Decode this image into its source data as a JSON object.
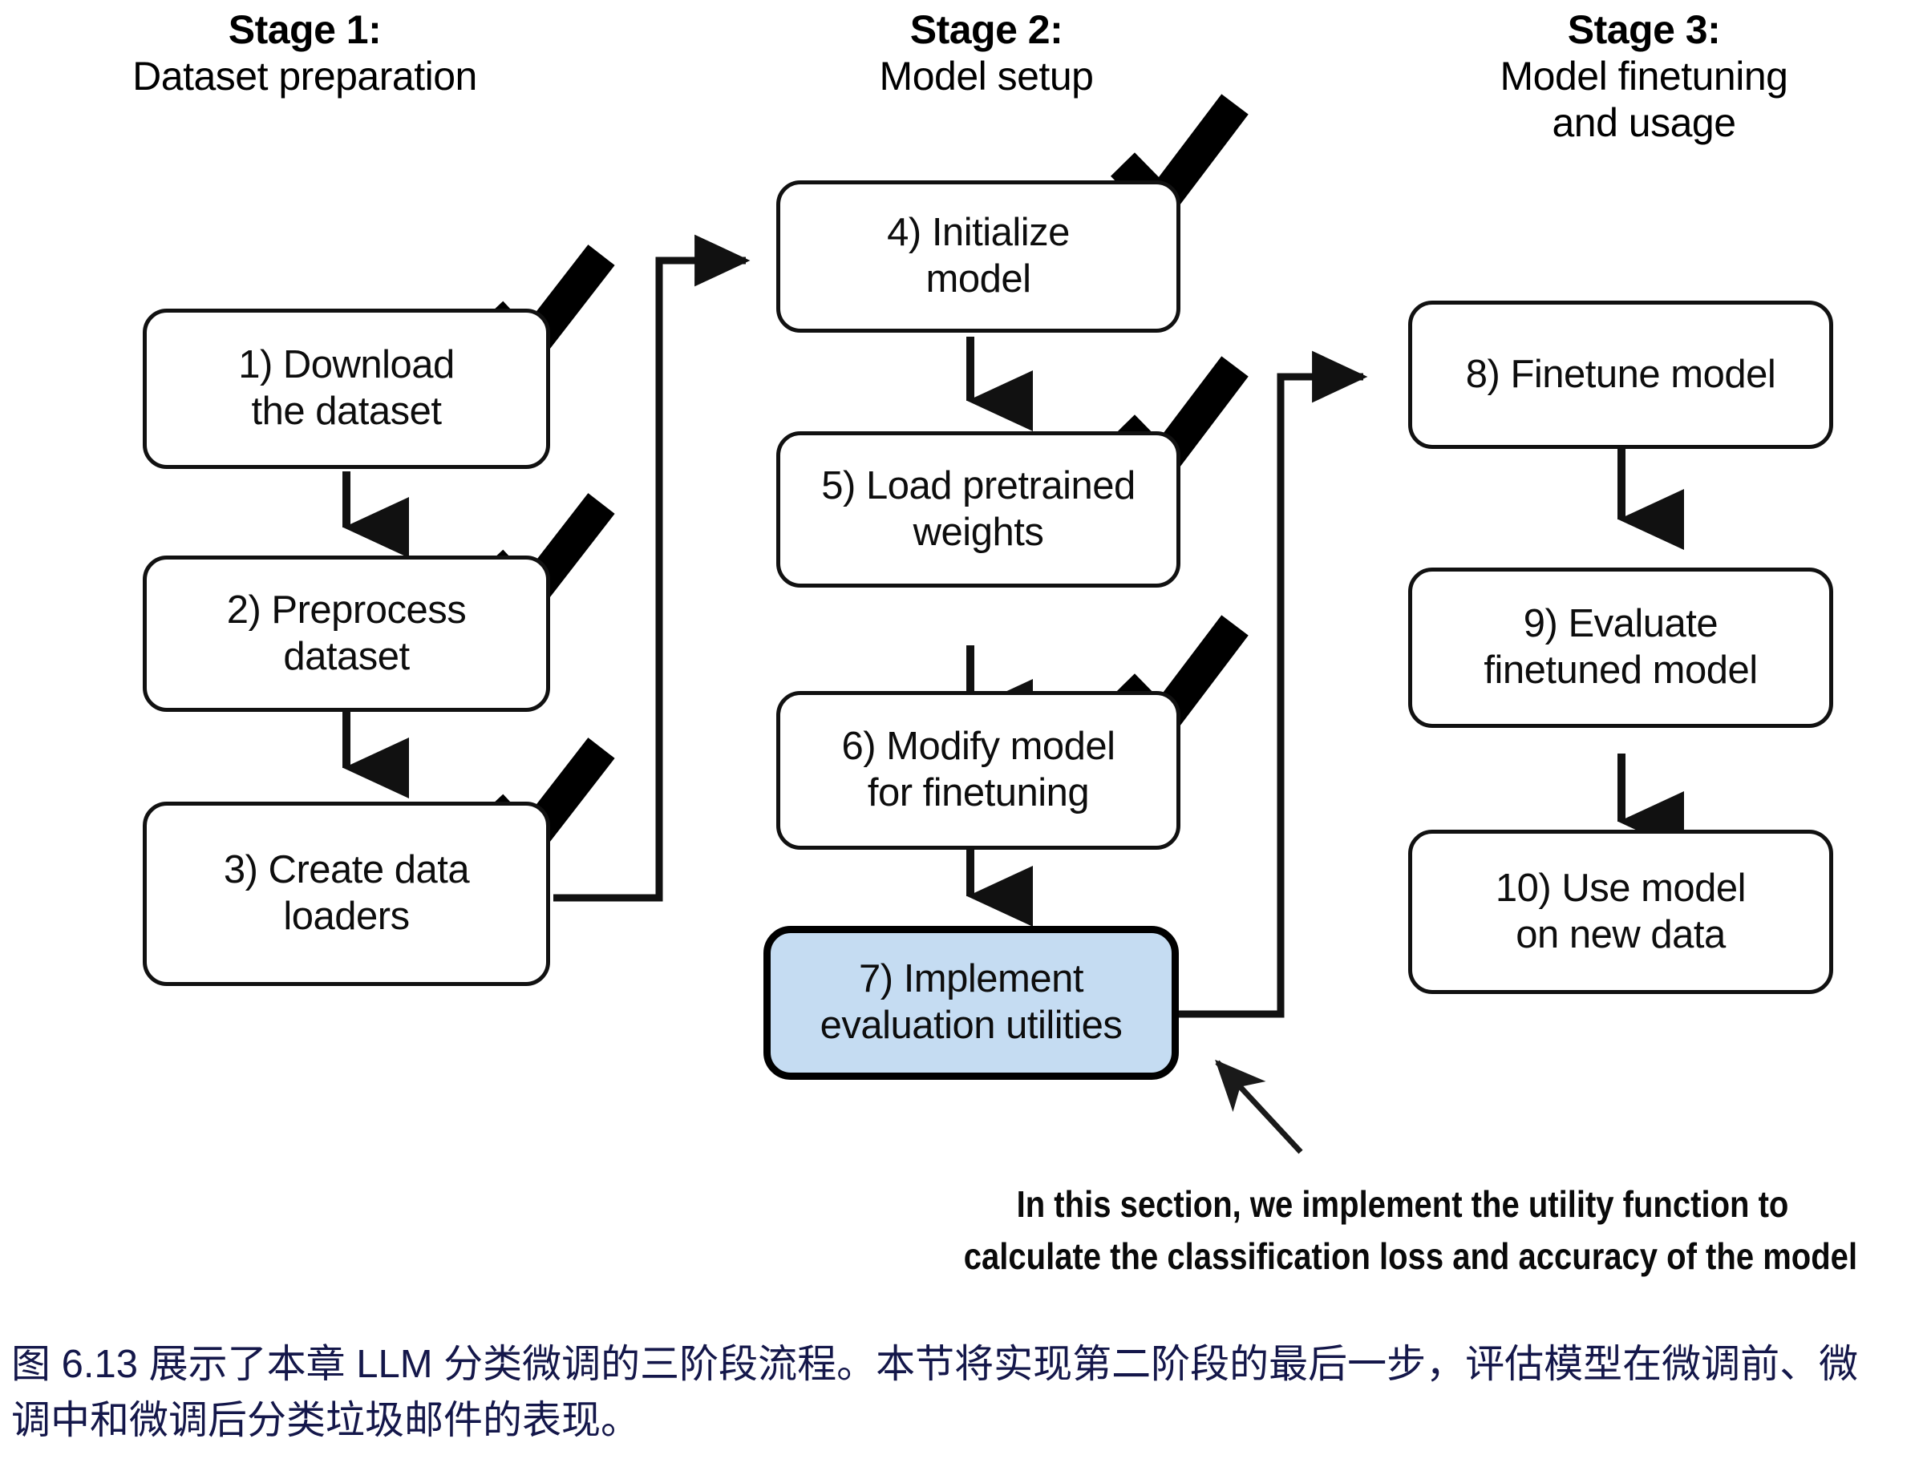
{
  "figure": {
    "type": "flowchart",
    "background": "#ffffff",
    "highlight_color": "#c5dcf2",
    "line_color": "#111111",
    "caption_color": "#14174a"
  },
  "stages": [
    {
      "id": "stage-1",
      "heading": "Stage 1:",
      "subheading": "Dataset preparation",
      "steps": [
        {
          "number": "1)",
          "label": "1) Download\nthe dataset",
          "line1": "1) Download",
          "line2": "the dataset",
          "checked": true,
          "highlighted": false
        },
        {
          "number": "2)",
          "label": "2) Preprocess\ndataset",
          "line1": "2) Preprocess",
          "line2": "dataset",
          "checked": true,
          "highlighted": false
        },
        {
          "number": "3)",
          "label": "3) Create data\nloaders",
          "line1": "3) Create data",
          "line2": "loaders",
          "checked": true,
          "highlighted": false
        }
      ]
    },
    {
      "id": "stage-2",
      "heading": "Stage 2:",
      "subheading": "Model setup",
      "steps": [
        {
          "number": "4)",
          "label": "4) Initialize\nmodel",
          "line1": "4) Initialize",
          "line2": "model",
          "checked": true,
          "highlighted": false
        },
        {
          "number": "5)",
          "label": "5) Load pretrained\nweights",
          "line1": "5) Load pretrained",
          "line2": "weights",
          "checked": true,
          "highlighted": false
        },
        {
          "number": "6)",
          "label": "6) Modify model\nfor finetuning",
          "line1": "6) Modify model",
          "line2": "for finetuning",
          "checked": true,
          "highlighted": false
        },
        {
          "number": "7)",
          "label": "7) Implement\nevaluation utilities",
          "line1": "7) Implement",
          "line2": "evaluation utilities",
          "checked": false,
          "highlighted": true
        }
      ]
    },
    {
      "id": "stage-3",
      "heading": "Stage 3:",
      "subheading": "Model finetuning\nand usage",
      "subheading_line1": "Model finetuning",
      "subheading_line2": "and usage",
      "steps": [
        {
          "number": "8)",
          "label": "8) Finetune model",
          "line1": "8) Finetune model",
          "line2": "",
          "checked": false,
          "highlighted": false
        },
        {
          "number": "9)",
          "label": "9) Evaluate\nfinetuned model",
          "line1": "9) Evaluate",
          "line2": "finetuned model",
          "checked": false,
          "highlighted": false
        },
        {
          "number": "10)",
          "label": "10) Use model\non new data",
          "line1": "10) Use model",
          "line2": "on new data",
          "checked": false,
          "highlighted": false
        }
      ]
    }
  ],
  "annotation": {
    "line1": "In this section, we implement the utility function to",
    "line2": "calculate the classification loss and accuracy of the model",
    "points_to": "7) Implement evaluation utilities"
  },
  "caption": {
    "line1": "图 6.13 展示了本章 LLM 分类微调的三阶段流程。本节将实现第二阶段的最后一步，评估模型在微调前、微",
    "line2": "调中和微调后分类垃圾邮件的表现。"
  }
}
